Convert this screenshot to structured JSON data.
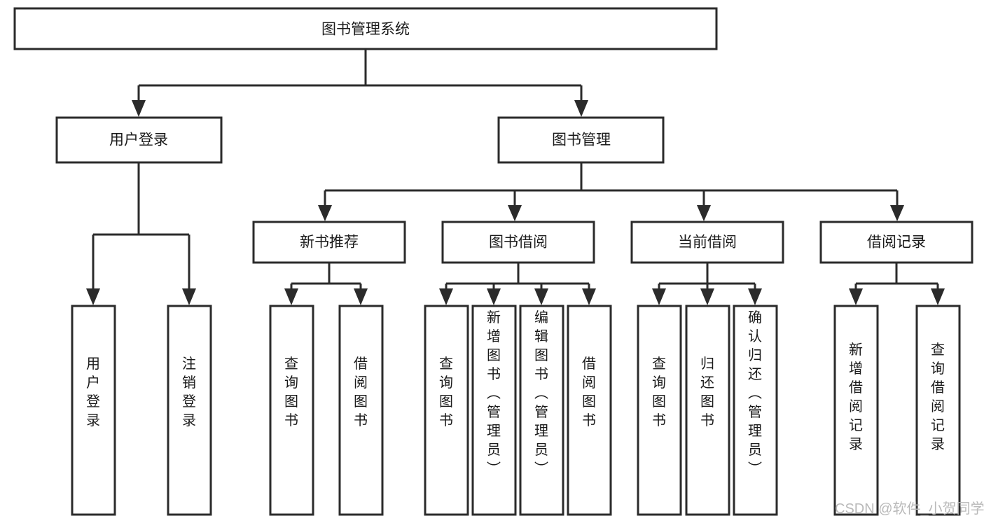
{
  "diagram": {
    "type": "tree-hierarchy-chart",
    "title_node": {
      "id": "root",
      "label": "图书管理系统"
    },
    "level2": [
      {
        "id": "user-login",
        "label": "用户登录"
      },
      {
        "id": "book-management",
        "label": "图书管理"
      }
    ],
    "level3": [
      {
        "id": "new-book-recommend",
        "label": "新书推荐",
        "parent": "book-management"
      },
      {
        "id": "book-borrow",
        "label": "图书借阅",
        "parent": "book-management"
      },
      {
        "id": "current-borrow",
        "label": "当前借阅",
        "parent": "book-management"
      },
      {
        "id": "borrow-record",
        "label": "借阅记录",
        "parent": "book-management"
      }
    ],
    "leaves": {
      "user-login": [
        {
          "id": "leaf-user-login",
          "label": "用户登录"
        },
        {
          "id": "leaf-user-logout",
          "label": "注销登录"
        }
      ],
      "new-book-recommend": [
        {
          "id": "leaf-query-book-1",
          "label": "查询图书"
        },
        {
          "id": "leaf-borrow-book-1",
          "label": "借阅图书"
        }
      ],
      "book-borrow": [
        {
          "id": "leaf-query-book-2",
          "label": "查询图书"
        },
        {
          "id": "leaf-add-book",
          "label": "新增图书（管理员）"
        },
        {
          "id": "leaf-edit-book",
          "label": "编辑图书（管理员）"
        },
        {
          "id": "leaf-borrow-book-2",
          "label": "借阅图书"
        }
      ],
      "current-borrow": [
        {
          "id": "leaf-query-book-3",
          "label": "查询图书"
        },
        {
          "id": "leaf-return-book",
          "label": "归还图书"
        },
        {
          "id": "leaf-confirm-return",
          "label": "确认归还（管理员）"
        }
      ],
      "borrow-record": [
        {
          "id": "leaf-add-record",
          "label": "新增借阅记录"
        },
        {
          "id": "leaf-query-record",
          "label": "查询借阅记录"
        }
      ]
    },
    "watermark": "CSDN @软件_小贺同学",
    "colors": {
      "background": "#ffffff",
      "stroke": "#2b2b2b",
      "text": "#1a1a1a",
      "watermark": "#b9b9b9"
    }
  }
}
